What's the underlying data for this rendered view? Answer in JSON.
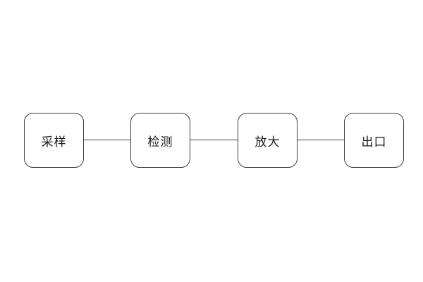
{
  "diagram": {
    "type": "flowchart",
    "direction": "horizontal",
    "background_color": "#ffffff",
    "node_border_color": "#3f3f3f",
    "node_fill_color": "#ffffff",
    "text_color": "#1a1a1a",
    "connector_color": "#3f3f3f",
    "nodes": [
      {
        "id": "sampling",
        "label": "采样"
      },
      {
        "id": "detection",
        "label": "检测"
      },
      {
        "id": "amplification",
        "label": "放大"
      },
      {
        "id": "output",
        "label": "出口"
      }
    ],
    "connectors": [
      {
        "from": "sampling",
        "to": "detection"
      },
      {
        "from": "detection",
        "to": "amplification"
      },
      {
        "from": "amplification",
        "to": "output"
      }
    ]
  }
}
